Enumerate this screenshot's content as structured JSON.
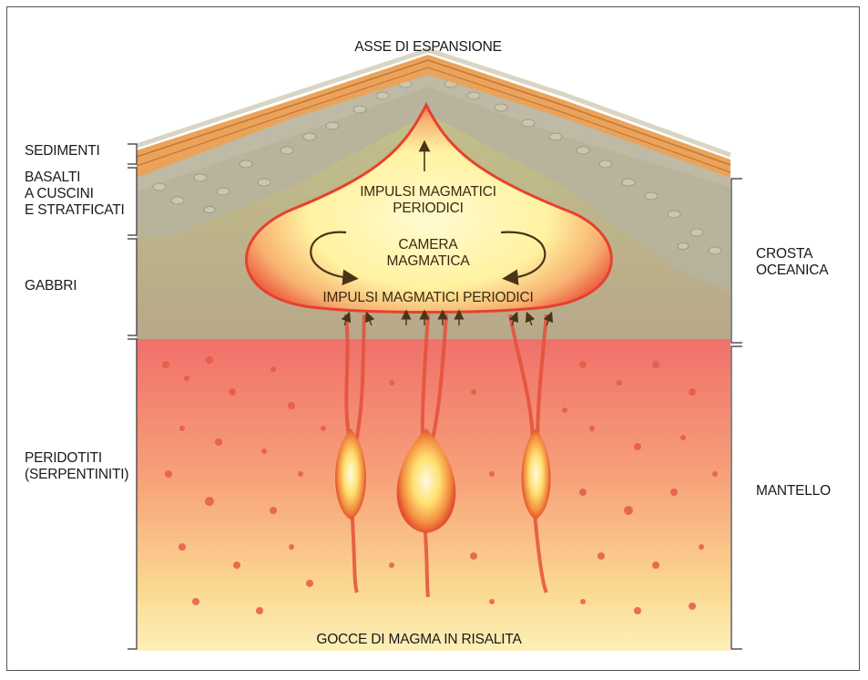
{
  "diagram": {
    "title": "ASSE DI ESPANSIONE",
    "left_labels": {
      "sedimenti": "SEDIMENTI",
      "basalti": "BASALTI\nA CUSCINI\nE STRATFICATI",
      "gabbri": "GABBRI",
      "peridotiti": "PERIDOTITI\n(SERPENTINITI)"
    },
    "right_labels": {
      "crosta": "CROSTA\nOCEANICA",
      "mantello": "MANTELLO"
    },
    "inner_labels": {
      "impulsi_top": "IMPULSI MAGMATICI\nPERIODICI",
      "camera": "CAMERA\nMAGMATICA",
      "impulsi_bottom": "IMPULSI MAGMATICI PERIODICI",
      "gocce": "GOCCE DI MAGMA IN RISALITA"
    }
  },
  "colors": {
    "sediment_orange": "#e8a45a",
    "basalt_gray": "#b8b39a",
    "gabbro_olive": "#c9c28e",
    "mantle_red": "#f07068",
    "mantle_yellow": "#fbe9a0",
    "magma_yellow": "#fff7b8",
    "magma_red": "#e8402e"
  }
}
